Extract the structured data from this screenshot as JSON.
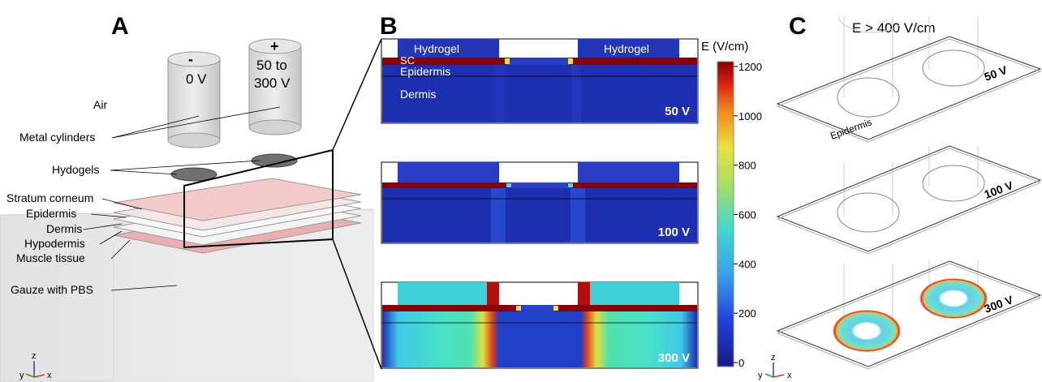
{
  "panels": {
    "a": {
      "letter": "A",
      "cyl_left_sign": "-",
      "cyl_left_voltage": "0 V",
      "cyl_right_sign": "+",
      "cyl_right_voltage_1": "50 to",
      "cyl_right_voltage_2": "300 V",
      "labels": {
        "air": "Air",
        "metal": "Metal cylinders",
        "hydrogels": "Hydogels",
        "sc": "Stratum corneum",
        "epidermis": "Epidermis",
        "dermis": "Dermis",
        "hypodermis": "Hypodermis",
        "muscle": "Muscle tissue",
        "gauze": "Gauze with PBS"
      },
      "axes": {
        "z": "z",
        "y": "y",
        "x": "x"
      }
    },
    "b": {
      "letter": "B",
      "hydrogel_left": "Hydrogel",
      "hydrogel_right": "Hydrogel",
      "sc": "SC",
      "epidermis": "Epidermis",
      "dermis": "Dermis",
      "voltages": [
        "50 V",
        "100 V",
        "300 V"
      ],
      "colorbar": {
        "title": "E (V/cm)",
        "ticks": [
          "1200",
          "1000",
          "800",
          "600",
          "400",
          "200",
          "0"
        ]
      }
    },
    "c": {
      "letter": "C",
      "title": "E > 400 V/cm",
      "epidermis": "Epidermis",
      "voltages": [
        "50 V",
        "100 V",
        "300 V"
      ],
      "axes": {
        "z": "z",
        "y": "y",
        "x": "x"
      }
    }
  },
  "colors": {
    "stratum": "#f0c8c8",
    "muscle": "#e8aaaa",
    "sc_band": "#8a0000",
    "field_low": "#1d2fb0"
  }
}
